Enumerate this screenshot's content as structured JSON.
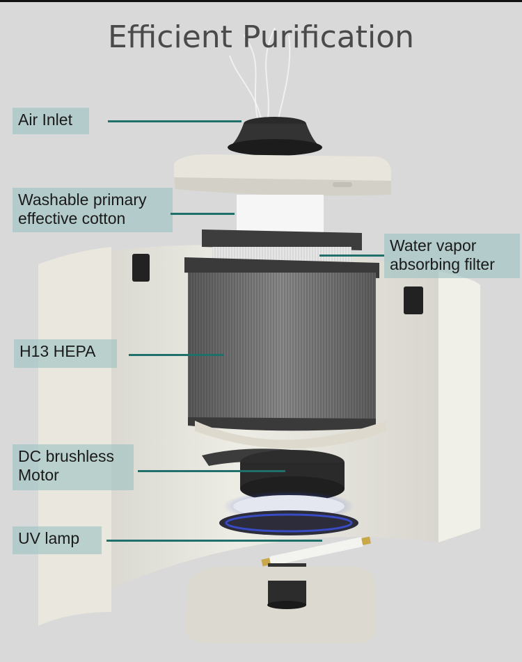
{
  "title": "Efficient Purification",
  "labels": {
    "air_inlet": "Air Inlet",
    "cotton_1": "Washable primary",
    "cotton_2": "effective cotton",
    "water_1": "Water vapor",
    "water_2": "absorbing filter",
    "hepa": "H13 HEPA",
    "motor_1": "DC brushless",
    "motor_2": "Motor",
    "uv": "UV lamp"
  },
  "colors": {
    "background": "#d9d9d9",
    "title": "#4a4a4a",
    "label_bg": "#a0c3c3",
    "leader": "#1f6f6b"
  }
}
